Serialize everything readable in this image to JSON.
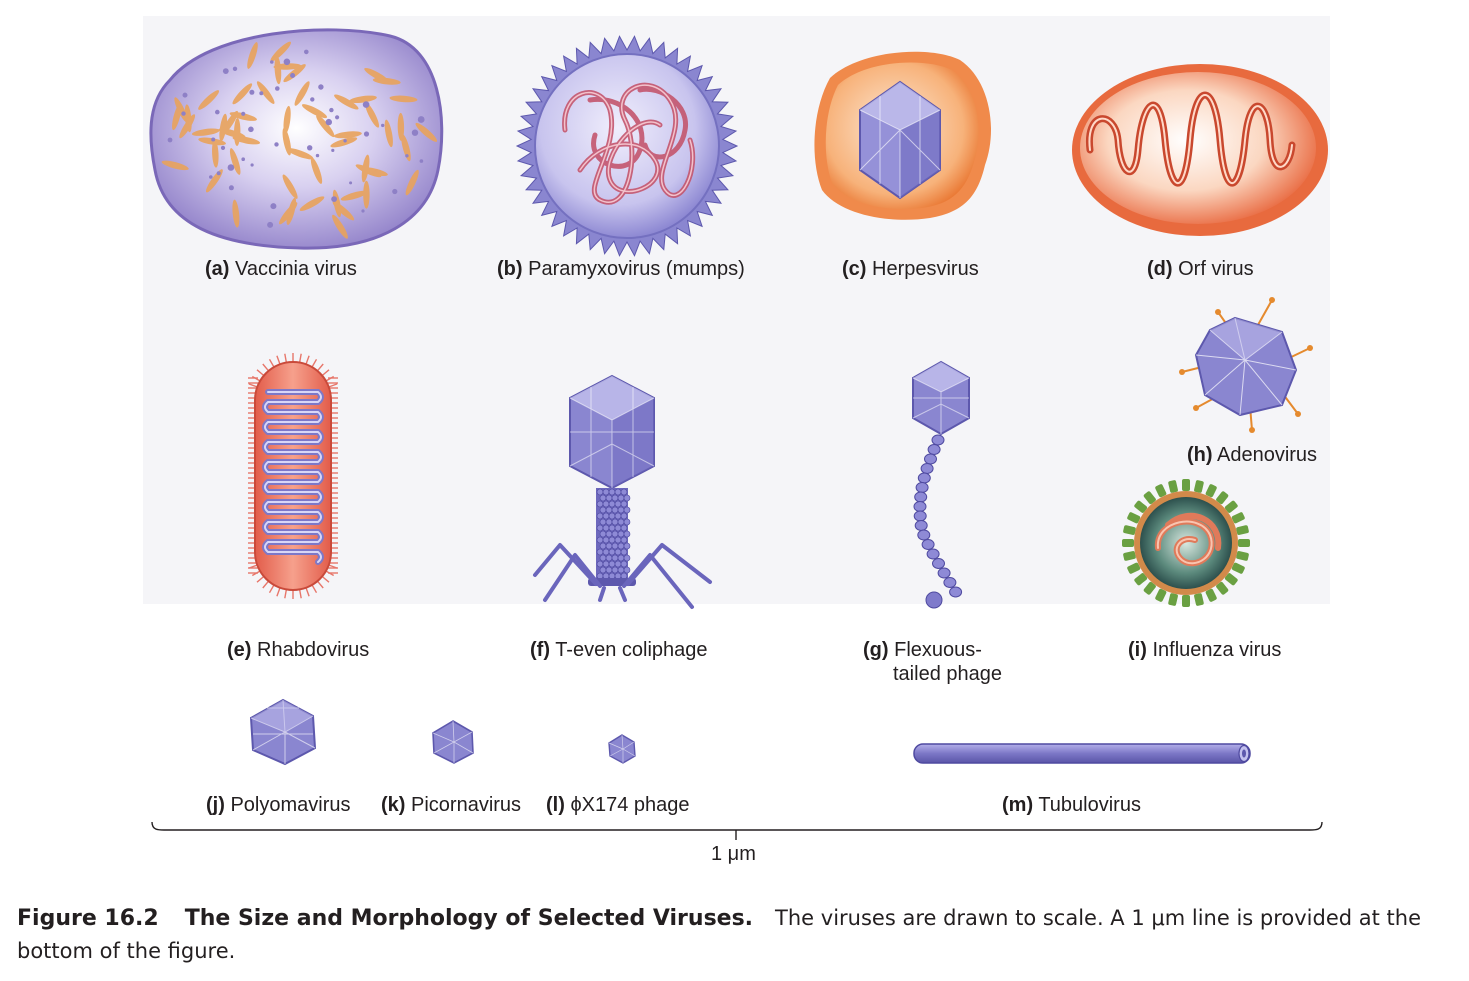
{
  "labels": {
    "a": {
      "letter": "(a)",
      "name": "Vaccinia virus"
    },
    "b": {
      "letter": "(b)",
      "name": "Paramyxovirus (mumps)"
    },
    "c": {
      "letter": "(c)",
      "name": "Herpesvirus"
    },
    "d": {
      "letter": "(d)",
      "name": "Orf virus"
    },
    "e": {
      "letter": "(e)",
      "name": "Rhabdovirus"
    },
    "f": {
      "letter": "(f)",
      "name": "T-even coliphage"
    },
    "g": {
      "letter": "(g)",
      "name": "Flexuous-",
      "name2": "tailed phage"
    },
    "h": {
      "letter": "(h)",
      "name": "Adenovirus"
    },
    "i": {
      "letter": "(i)",
      "name": "Influenza virus"
    },
    "j": {
      "letter": "(j)",
      "name": "Polyomavirus"
    },
    "k": {
      "letter": "(k)",
      "name": "Picornavirus"
    },
    "l": {
      "letter": "(l)",
      "name": "ϕX174 phage"
    },
    "m": {
      "letter": "(m)",
      "name": "Tubulovirus"
    }
  },
  "scale": {
    "label": "1 μm"
  },
  "caption": {
    "figure": "Figure 16.2",
    "title": "The Size and Morphology of Selected Viruses.",
    "text": "The viruses are drawn to scale. A 1 μm line is provided at the bottom of the figure."
  },
  "colors": {
    "panel_bg": "#f5f5f8",
    "capsid": "#8a86d0",
    "capsid_dark": "#5d58ad",
    "capsid_light": "#c3c0ee",
    "vaccinia_fill": "#b7a8dc",
    "vaccinia_rod": "#e9a35c",
    "envelope_orange": "#f08a4b",
    "orf_inner": "#e8643a",
    "rhabdo": "#e86f5e",
    "influenza_spikes": "#6aa042",
    "influenza_core": "#2d5c5b"
  }
}
